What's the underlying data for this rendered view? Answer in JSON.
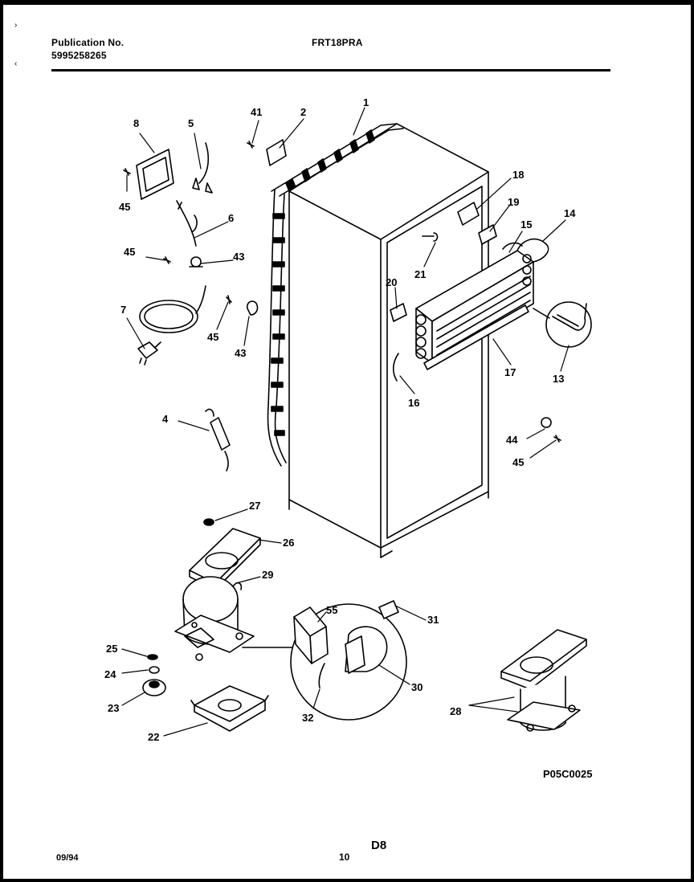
{
  "header": {
    "publication_label": "Publication No.",
    "publication_number": "5995258265",
    "model": "FRT18PRA"
  },
  "diagram_code": "P05C0025",
  "footer": {
    "date": "09/94",
    "page_number": "10",
    "section": "D8"
  },
  "callouts": [
    "1",
    "2",
    "41",
    "8",
    "5",
    "45",
    "6",
    "45",
    "43",
    "7",
    "45",
    "43",
    "18",
    "19",
    "15",
    "14",
    "21",
    "20",
    "16",
    "17",
    "13",
    "4",
    "44",
    "45",
    "27",
    "26",
    "29",
    "55",
    "31",
    "25",
    "24",
    "23",
    "30",
    "32",
    "22",
    "28"
  ]
}
